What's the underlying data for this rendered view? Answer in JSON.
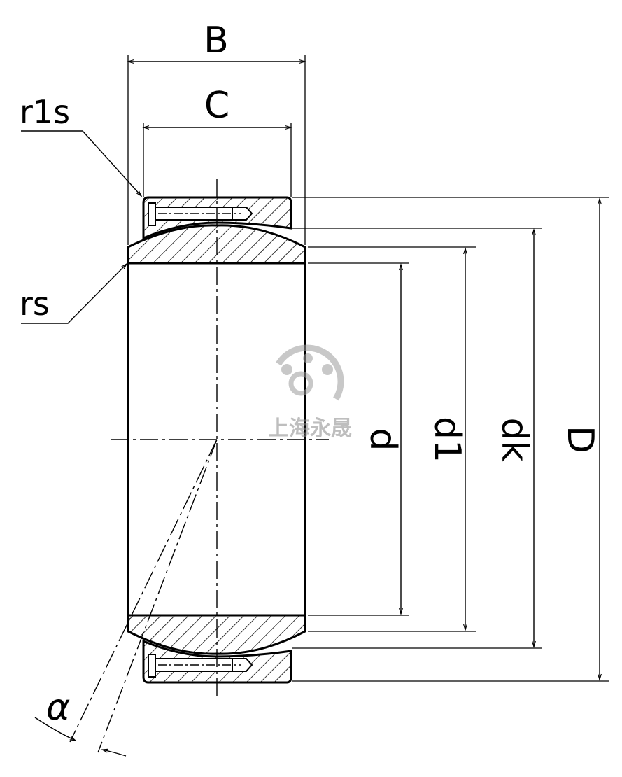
{
  "labels": {
    "B": "B",
    "C": "C",
    "r1s": "r1s",
    "rs": "rs",
    "d": "d",
    "d1": "d1",
    "dk": "dk",
    "D": "D",
    "alpha": "α"
  },
  "watermark": {
    "text": "上海永晟",
    "icon": "bearing-logo-icon"
  },
  "colors": {
    "line": "#000000",
    "watermark": "#8a8a8a"
  }
}
